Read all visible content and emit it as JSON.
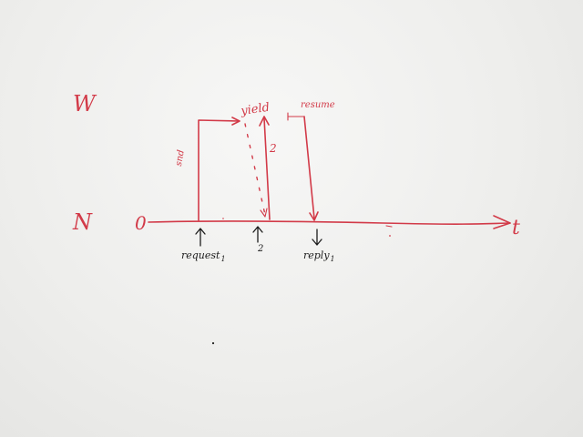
{
  "board": {
    "levels": {
      "upper": "W",
      "lower": "N"
    },
    "origin": "0",
    "time_axis": "t",
    "labels": {
      "snd": "snd",
      "yield": "yield",
      "resume": "resume",
      "segment_2": "2"
    },
    "events": {
      "request": "request",
      "request_sub": "1",
      "event_2": "2",
      "reply": "reply",
      "reply_sub": "1"
    },
    "colors": {
      "marker_red": "#d23a48",
      "marker_black": "#1c1c1c"
    }
  }
}
